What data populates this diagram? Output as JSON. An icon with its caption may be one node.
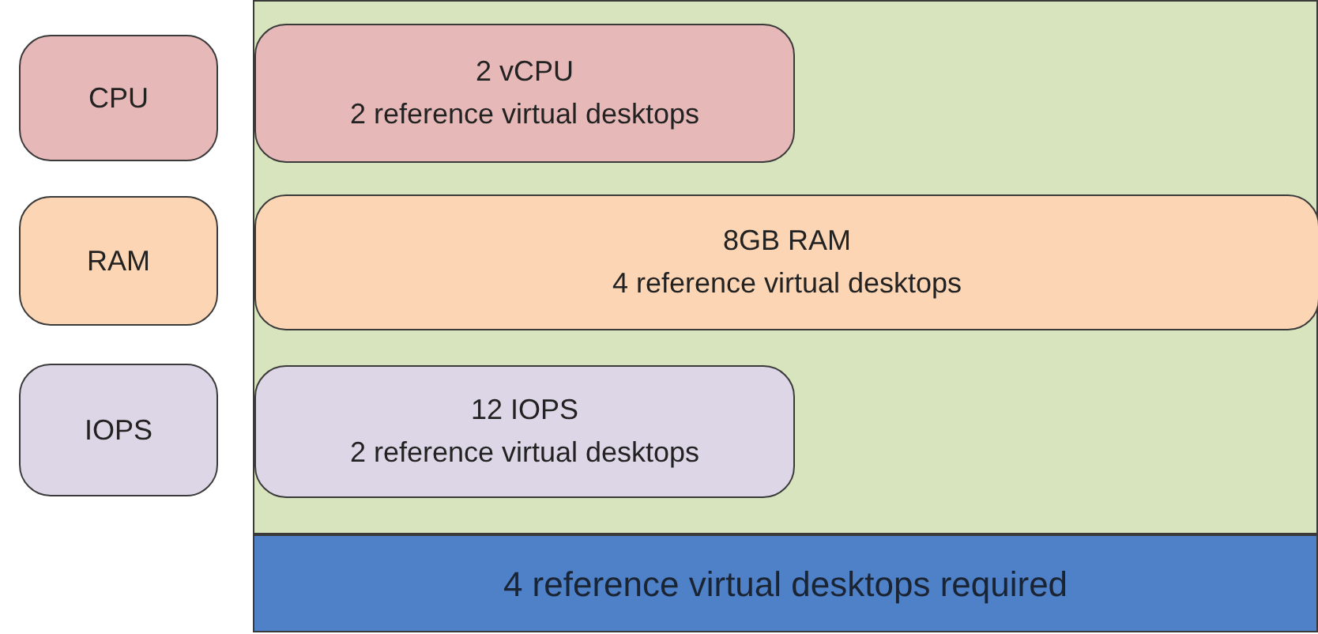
{
  "diagram": {
    "nodes": [
      {
        "text": [
          "CPU"
        ]
      },
      {
        "text": [
          "RAM"
        ]
      },
      {
        "text": [
          "IOPS"
        ]
      },
      {
        "text": [],
        "shape": "box"
      },
      {
        "text": [
          "2 vCPU",
          "2 reference virtual desktops"
        ],
        "in": 3
      },
      {
        "text": [
          "8GB RAM",
          "4 reference virtual desktops"
        ],
        "in": 3
      },
      {
        "text": [
          "12 IOPS",
          "2 reference virtual desktops"
        ],
        "in": 3
      },
      {
        "text": [
          "4 reference virtual desktops required"
        ]
      }
    ]
  }
}
